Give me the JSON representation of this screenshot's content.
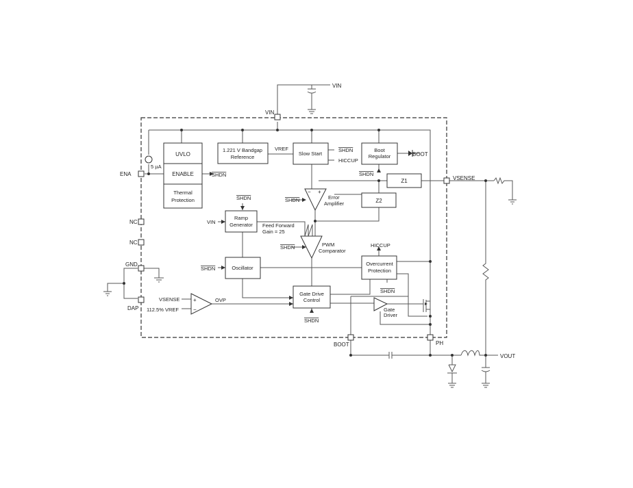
{
  "blocks": {
    "uvlo": "UVLO",
    "enable": "ENABLE",
    "thermal_1": "Thermal",
    "thermal_2": "Protection",
    "bandgap_1": "1.221 V Bandgap",
    "bandgap_2": "Reference",
    "slow_start": "Slow Start",
    "boot_reg_1": "Boot",
    "boot_reg_2": "Regulator",
    "ramp_1": "Ramp",
    "ramp_2": "Generator",
    "oscillator": "Oscillator",
    "overcurrent_1": "Overcurrent",
    "overcurrent_2": "Protection",
    "gate_drive_control_1": "Gate Drive",
    "gate_drive_control_2": "Control",
    "z1": "Z1",
    "z2": "Z2"
  },
  "labels": {
    "error_amp_1": "Error",
    "error_amp_2": "Amplifier",
    "pwm_comp_1": "PWM",
    "pwm_comp_2": "Comparator",
    "feed_forward_1": "Feed Forward",
    "feed_forward_2": "Gain = 25",
    "gate_driver_1": "Gate",
    "gate_driver_2": "Driver",
    "current_source": "5 µA",
    "vref": "VREF",
    "ovp": "OVP",
    "hiccup_out": "HICCUP",
    "hiccup_in": "HICCUP",
    "vsense_in": "VSENSE",
    "vref_1125": "112.5% VREF",
    "vin_ramp": "VIN",
    "shdn_enable": "SHDN",
    "shdn_slow_start": "SHDN",
    "shdn_boot_reg": "SHDN",
    "shdn_error_amp": "SHDN",
    "shdn_ramp": "SHDN",
    "shdn_pwm": "SHDN",
    "shdn_oscillator": "SHDN",
    "shdn_overcurrent": "SHDN",
    "shdn_gate_drive": "SHDN",
    "plus": "+",
    "minus": "−"
  },
  "pins": {
    "vin_top": "VIN",
    "vin": "VIN",
    "ena": "ENA",
    "nc1": "NC",
    "nc2": "NC",
    "gnd": "GND",
    "dap": "DAP",
    "boot_pin": "BOOT",
    "ph": "PH",
    "vsense": "VSENSE",
    "boot_ext": "BOOT",
    "vout": "VOUT"
  }
}
